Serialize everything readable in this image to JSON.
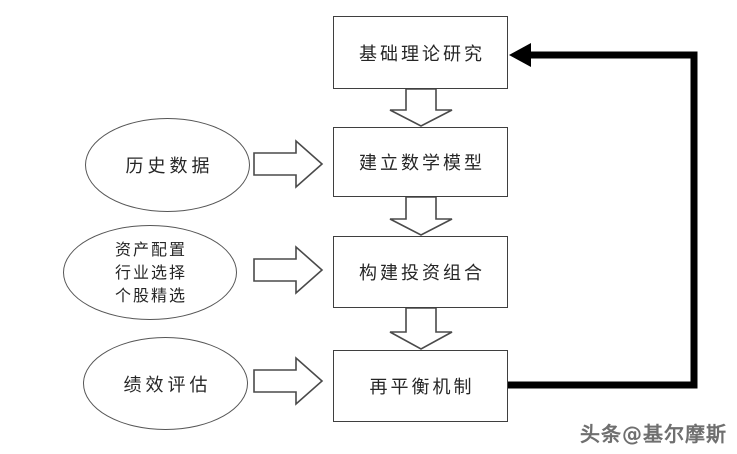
{
  "diagram": {
    "boxes": [
      {
        "label": "基础理论研究"
      },
      {
        "label": "建立数学模型"
      },
      {
        "label": "构建投资组合"
      },
      {
        "label": "再平衡机制"
      }
    ],
    "ellipses": [
      {
        "lines": [
          "历史数据"
        ]
      },
      {
        "lines": [
          "资产配置",
          "行业选择",
          "个股精选"
        ]
      },
      {
        "lines": [
          "绩效评估"
        ]
      }
    ],
    "watermark": "头条@基尔摩斯",
    "colors": {
      "background": "#ffffff",
      "shape_border": "#4a4a4a",
      "box_border": "#3f3f3f",
      "text": "#262626",
      "feedback_line": "#000000",
      "watermark": "#6f6f6f"
    }
  }
}
